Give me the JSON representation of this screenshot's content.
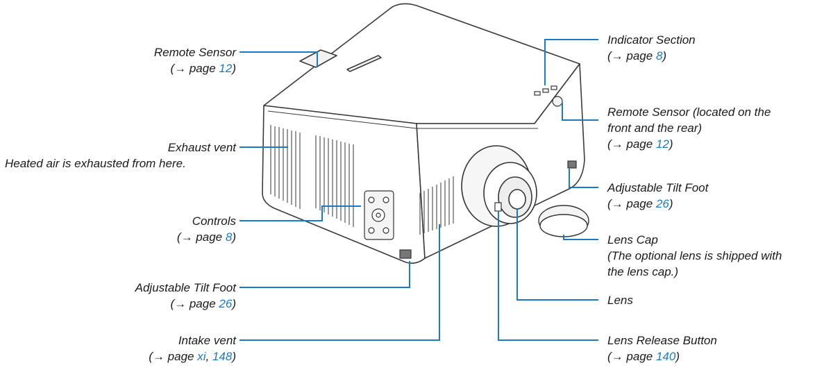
{
  "labels": {
    "remote_sensor_top": {
      "title": "Remote Sensor",
      "page_prefix": "(→ page ",
      "page": "12",
      "page_suffix": ")"
    },
    "exhaust_vent": {
      "title": "Exhaust vent",
      "description": "Heated air is exhausted from here."
    },
    "controls": {
      "title": "Controls",
      "page_prefix": "(→ page ",
      "page": "8",
      "page_suffix": ")"
    },
    "tilt_foot_left": {
      "title": "Adjustable Tilt Foot",
      "page_prefix": "(→ page ",
      "page": "26",
      "page_suffix": ")"
    },
    "intake_vent": {
      "title": "Intake vent",
      "page_prefix": "(→ page ",
      "page": "xi",
      "separator": ", ",
      "page2": "148",
      "page_suffix": ")"
    },
    "indicator_section": {
      "title": "Indicator Section",
      "page_prefix": "(→ page ",
      "page": "8",
      "page_suffix": ")"
    },
    "remote_sensor_front": {
      "title_line1": "Remote Sensor (located on the",
      "title_line2": "front and the rear)",
      "page_prefix": "(→ page ",
      "page": "12",
      "page_suffix": ")"
    },
    "tilt_foot_right": {
      "title": "Adjustable Tilt Foot",
      "page_prefix": "(→ page ",
      "page": "26",
      "page_suffix": ")"
    },
    "lens_cap": {
      "title": "Lens Cap",
      "note_line1": "(The optional lens is shipped with",
      "note_line2": "the lens cap.)"
    },
    "lens": {
      "title": "Lens"
    },
    "lens_release": {
      "title": "Lens Release Button",
      "page_prefix": "(→ page ",
      "page": "140",
      "page_suffix": ")"
    }
  },
  "colors": {
    "leader_line": "#1a79c4",
    "page_link": "#1a79c4",
    "label_text": "#1a1a1a",
    "outline": "#3a3a3a"
  }
}
